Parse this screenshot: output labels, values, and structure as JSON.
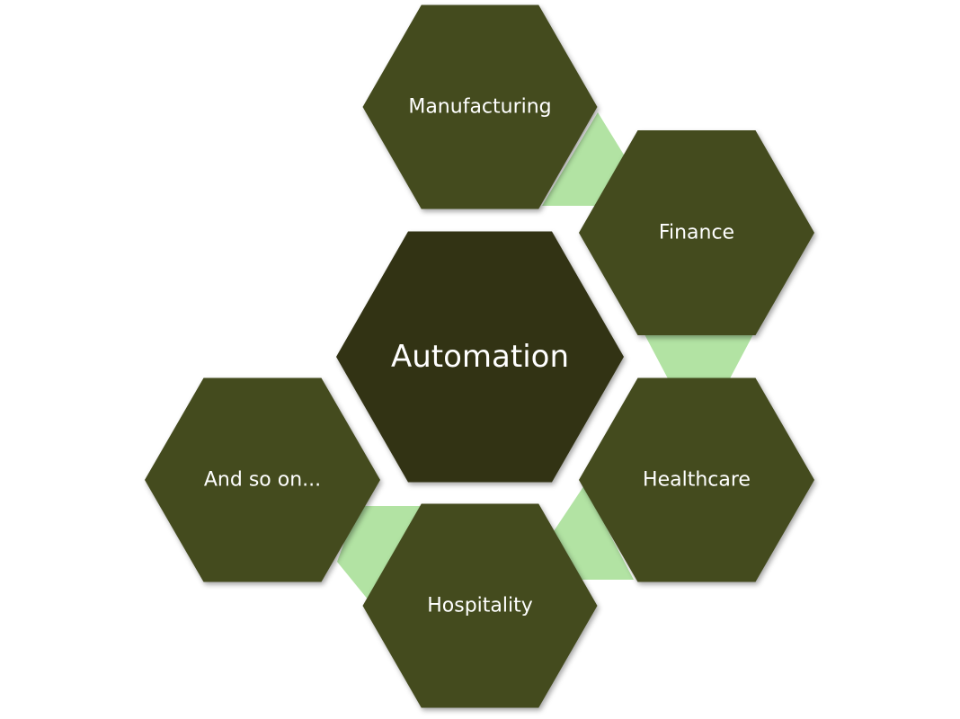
{
  "center": {
    "label": "Automation"
  },
  "nodes": [
    {
      "label": "Manufacturing"
    },
    {
      "label": "Finance"
    },
    {
      "label": "Healthcare"
    },
    {
      "label": "Hospitality"
    },
    {
      "label": "And so on..."
    }
  ],
  "colors": {
    "hex": "#444B1E",
    "center": "#323314",
    "connector": "#B2E3A3",
    "text": "#FFFFFF"
  }
}
